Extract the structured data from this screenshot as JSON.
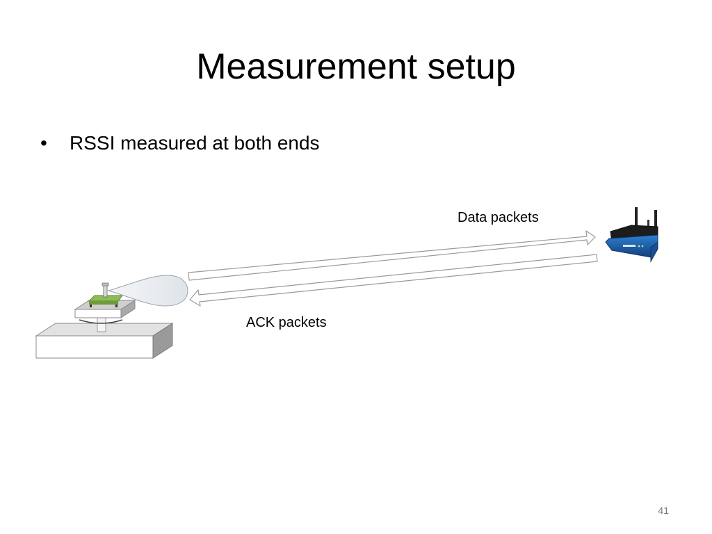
{
  "slide": {
    "title": "Measurement setup",
    "bullets": [
      "RSSI measured at both ends"
    ],
    "page_number": "41"
  },
  "diagram": {
    "links": [
      {
        "label": "Data packets",
        "direction": "to-router"
      },
      {
        "label": "ACK packets",
        "direction": "to-node"
      }
    ],
    "nodes": {
      "left": "sensor-node-on-mount",
      "right": "wireless-router"
    },
    "colors": {
      "router_body": "#1a5fa8",
      "router_top": "#1c1c1c",
      "node_board": "#7aa34a",
      "arrow_fill": "#ffffff",
      "arrow_stroke": "#9a9a9a"
    }
  }
}
